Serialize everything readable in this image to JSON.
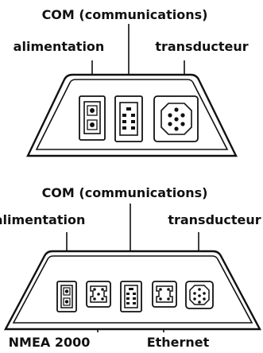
{
  "diagrams": [
    {
      "com_label": "COM (communications)",
      "power_label": "alimentation",
      "transducer_label": "transducteur"
    },
    {
      "com_label": "COM (communications)",
      "power_label": "alimentation",
      "transducer_label": "transducteur",
      "nmea_label": "NMEA 2000",
      "ethernet_label": "Ethernet"
    }
  ]
}
